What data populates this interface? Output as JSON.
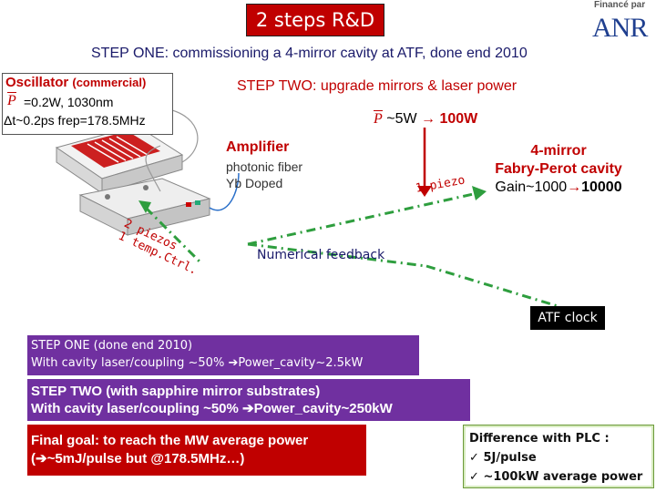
{
  "title": "2 steps R&D",
  "logo": {
    "top_text": "Financé par",
    "brand": "ANR"
  },
  "step_one": {
    "heading": "STEP ONE: commissioning a 4-mirror cavity at ATF, done end 2010"
  },
  "oscillator": {
    "title": "Oscillator",
    "subtitle": "(commercial)",
    "power_symbol": "P",
    "line1": "=0.2W, 1030nm",
    "line2": "Δt~0.2ps frep=178.5MHz"
  },
  "step_two": {
    "heading": "STEP TWO: upgrade mirrors & laser power",
    "power_symbol": "P",
    "power_from": "~5W",
    "power_to": "100W"
  },
  "amplifier": {
    "title": "Amplifier",
    "line1": "photonic fiber",
    "line2": "Yb Doped"
  },
  "fabry_perot": {
    "line1": "4-mirror",
    "line2": "Fabry-Perot cavity",
    "gain_label": "Gain~1000",
    "gain_to": "10000"
  },
  "labels": {
    "piezo_1": "1 piezo",
    "piezo_2_line1": "2 piezos",
    "piezo_2_line2": "1 temp.Ctrl.",
    "feedback": "Numerical feedback",
    "atf_clock": "ATF clock"
  },
  "boxes": {
    "step_one_line1": "STEP ONE (done end 2010)",
    "step_one_line2": "With cavity laser/coupling ~50%",
    "step_one_line2_tail": "Power_cavity~2.5kW",
    "step_two_line1": "STEP TWO (with sapphire mirror substrates)",
    "step_two_line2": "With cavity laser/coupling ~50%",
    "step_two_line2_tail": "Power_cavity~250kW",
    "final_line1": "Final goal: to reach the MW average power",
    "final_line2": "~5mJ/pulse but @178.5MHz…)",
    "plc_title": "Difference with PLC :",
    "plc_item1": "5J/pulse",
    "plc_item2": "~100kW average power"
  },
  "colors": {
    "title_red": "#c00000",
    "purple_box": "#7030a0",
    "feedback_green": "#2e9e3e",
    "navy": "#1a1a6a"
  }
}
